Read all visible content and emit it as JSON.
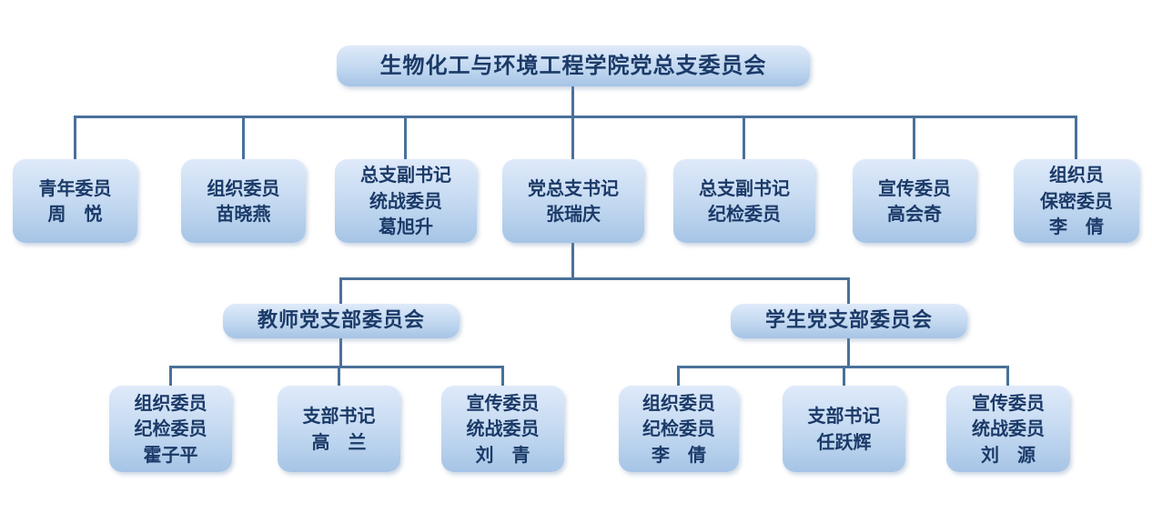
{
  "colors": {
    "line": "#4a7199",
    "node-text": "#1b3a68",
    "node-grad-top": "#dfeafa",
    "node-grad-mid": "#c2d8f0",
    "node-grad-bottom": "#a6c4e6"
  },
  "root": {
    "label": "生物化工与环境工程学院党总支委员会"
  },
  "committee": [
    {
      "label": "青年委员\n周　悦"
    },
    {
      "label": "组织委员\n苗晓燕"
    },
    {
      "label": "总支副书记\n统战委员\n葛旭升"
    },
    {
      "label": "党总支书记\n张瑞庆"
    },
    {
      "label": "总支副书记\n纪检委员"
    },
    {
      "label": "宣传委员\n高会奇"
    },
    {
      "label": "组织员\n保密委员\n李　倩"
    }
  ],
  "branches": [
    {
      "title": "教师党支部委员会",
      "members": [
        {
          "label": "组织委员\n纪检委员\n霍子平"
        },
        {
          "label": "支部书记\n高　兰"
        },
        {
          "label": "宣传委员\n统战委员\n刘　青"
        }
      ]
    },
    {
      "title": "学生党支部委员会",
      "members": [
        {
          "label": "组织委员\n纪检委员\n李　倩"
        },
        {
          "label": "支部书记\n任跃辉"
        },
        {
          "label": "宣传委员\n统战委员\n刘　源"
        }
      ]
    }
  ]
}
